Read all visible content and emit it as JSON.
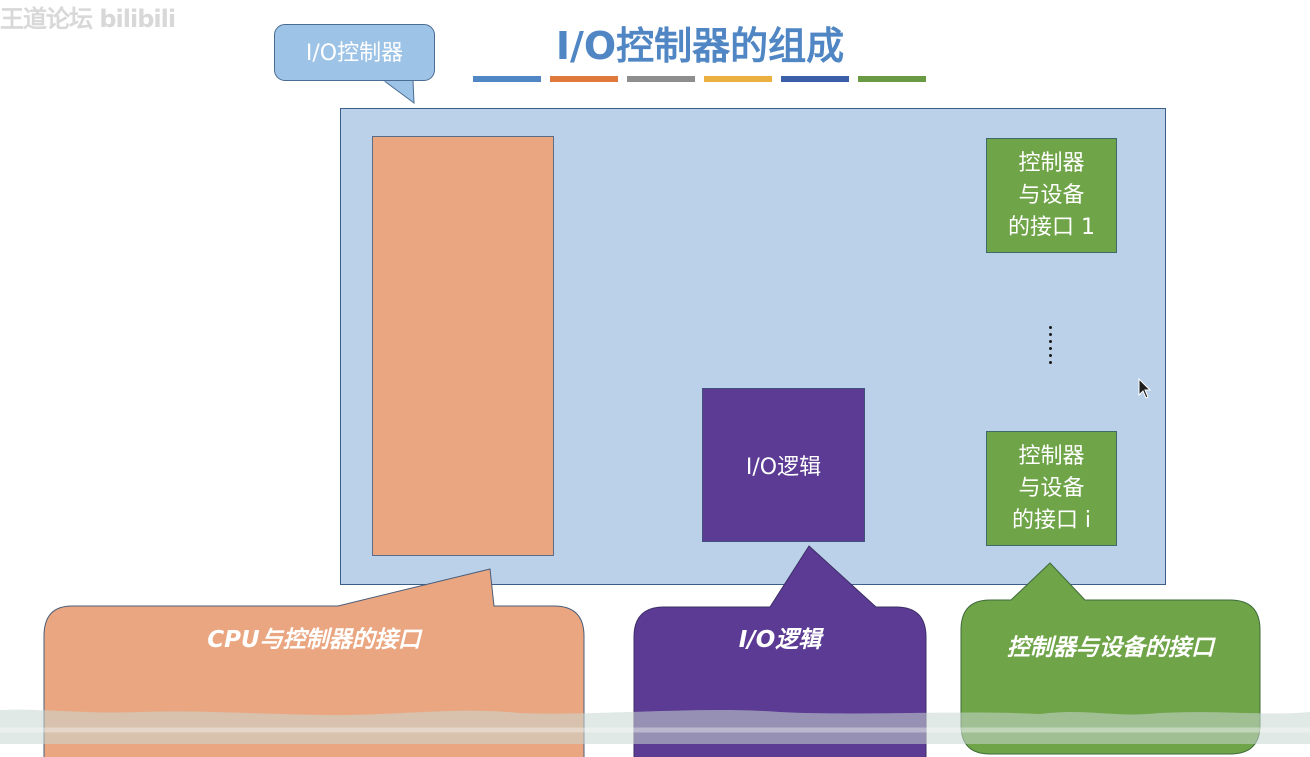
{
  "watermark": "王道论坛 bilibili",
  "title": "I/O控制器的组成",
  "color_bars": [
    "#4f86c3",
    "#e07a3c",
    "#8e8e8e",
    "#ebb040",
    "#3a5fa8",
    "#6a9a43"
  ],
  "callout_top": {
    "label": "I/O控制器",
    "color": "#9dc3e6"
  },
  "controller": {
    "color": "#bad1e9",
    "io_logic_label": "I/O逻辑",
    "device_interfaces": [
      {
        "lines": [
          "控制器",
          "与设备",
          "的接口 1"
        ]
      },
      {
        "lines": [
          "控制器",
          "与设备",
          "的接口 i"
        ]
      }
    ]
  },
  "bubbles": {
    "cpu": {
      "label": "CPU与控制器的接口",
      "color": "#eaa680"
    },
    "io_logic": {
      "label": "I/O逻辑",
      "color": "#5b3b93"
    },
    "device": {
      "label": "控制器与设备的接口",
      "color": "#6fa448"
    }
  }
}
